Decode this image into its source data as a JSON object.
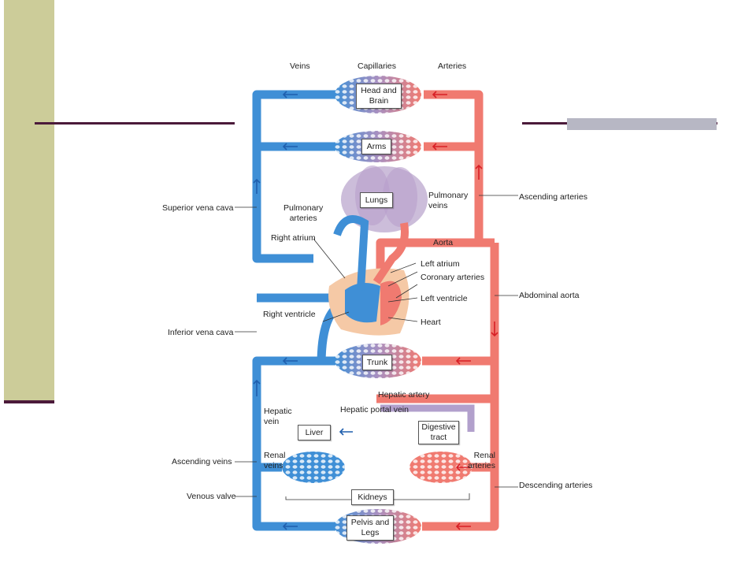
{
  "header": {
    "veins": "Veins",
    "capillaries": "Capillaries",
    "arteries": "Arteries"
  },
  "regions": {
    "head": "Head and\nBrain",
    "arms": "Arms",
    "lungs": "Lungs",
    "trunk": "Trunk",
    "liver": "Liver",
    "digestive": "Digestive\ntract",
    "kidneys": "Kidneys",
    "pelvis": "Pelvis and\nLegs"
  },
  "labels": {
    "pulmonary_arteries": "Pulmonary\narteries",
    "pulmonary_veins": "Pulmonary\nveins",
    "right_atrium": "Right atrium",
    "aorta": "Aorta",
    "left_atrium": "Left atrium",
    "coronary_arteries": "Coronary arteries",
    "left_ventricle": "Left ventricle",
    "right_ventricle": "Right ventricle",
    "heart": "Heart",
    "hepatic_artery": "Hepatic artery",
    "hepatic_vein": "Hepatic\nvein",
    "hepatic_portal_vein": "Hepatic portal vein",
    "renal_veins": "Renal\nveins",
    "renal_arteries": "Renal\narteries"
  },
  "outer_labels": {
    "superior_vena_cava": "Superior vena cava",
    "inferior_vena_cava": "Inferior vena cava",
    "ascending_veins": "Ascending veins",
    "venous_valve": "Venous valve",
    "ascending_arteries": "Ascending arteries",
    "abdominal_aorta": "Abdominal aorta",
    "descending_arteries": "Descending arteries"
  },
  "colors": {
    "vein": "#3f8fd6",
    "artery": "#f07a70",
    "capillary": "#a88fc0",
    "arrow_vein": "#1f5fae",
    "arrow_artery": "#d81f26"
  }
}
